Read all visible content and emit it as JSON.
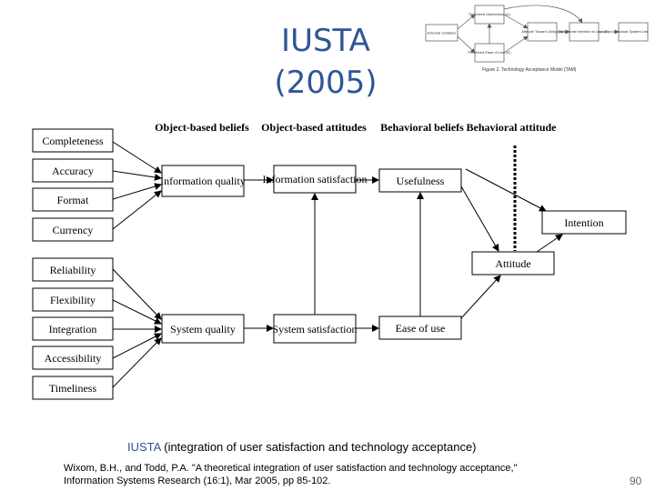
{
  "slide": {
    "title_line1": "IUSTA",
    "title_line2": "(2005)",
    "caption_acronym": "IUSTA",
    "caption_rest": "(integration of user satisfaction and technology acceptance)",
    "reference_line1": "Wixom, B.H., and Todd, P.A. \"A theoretical integration of user satisfaction and technology acceptance,\"",
    "reference_line2": "Information Systems Research (16:1), Mar 2005, pp 85-102.",
    "page_number": "90"
  },
  "tam_thumbnail": {
    "boxes": {
      "external": "External variables",
      "usefulness": "Perceived Usefulness (U)",
      "ease": "Perceived Ease of Use (E)",
      "attitude": "Attitude Toward Using (A)",
      "intention": "Behavioral Intention to Use (BI)",
      "actual": "Actual System Use"
    },
    "caption": "Figure 2.  Technology Acceptance Model (TAM)"
  },
  "diagram": {
    "headers": {
      "object_beliefs": "Object-based beliefs",
      "object_attitudes": "Object-based attitudes",
      "behavioral_beliefs": "Behavioral beliefs",
      "behavioral_attitude": "Behavioral attitude"
    },
    "info_factors": [
      "Completeness",
      "Accuracy",
      "Format",
      "Currency"
    ],
    "sys_factors": [
      "Reliability",
      "Flexibility",
      "Integration",
      "Accessibility",
      "Timeliness"
    ],
    "nodes": {
      "info_quality": "Information quality",
      "info_satisfaction": "Information satisfaction",
      "usefulness": "Usefulness",
      "intention": "Intention",
      "attitude": "Attitude",
      "sys_quality": "System quality",
      "sys_satisfaction": "System satisfaction",
      "ease_of_use": "Ease of use"
    }
  }
}
